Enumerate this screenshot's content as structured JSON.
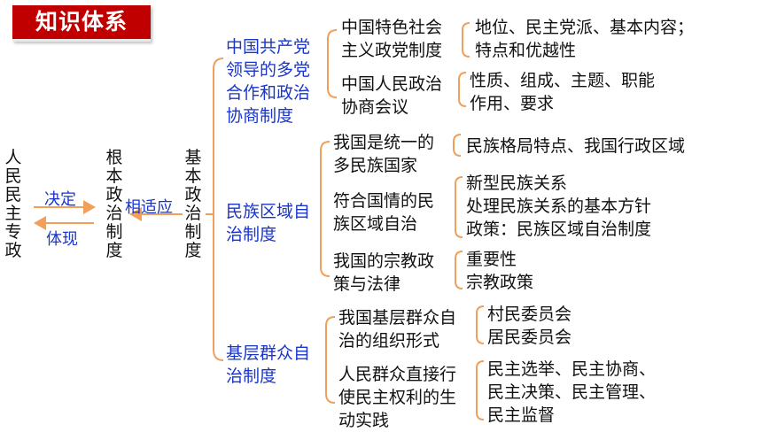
{
  "header": {
    "title": "知识体系"
  },
  "colors": {
    "accent_red": "#c00000",
    "blue": "#1a35c9",
    "orange": "#f0a05a"
  },
  "left": {
    "renmin": "人民民主专政",
    "genben": "根本政治制度",
    "jiben": "基本政治制度",
    "arrow_decide": "决定",
    "arrow_reflect": "体现",
    "arrow_adapt": "相适应"
  },
  "systems": [
    {
      "label": "中国共产党领导的多党合作和政治协商制度",
      "topics": [
        {
          "label": "中国特色社会主义政党制度",
          "details": [
            "地位、民主党派、基本内容；",
            "特点和优越性"
          ]
        },
        {
          "label": "中国人民政治协商会议",
          "details": [
            "性质、组成、主题、职能",
            "作用、要求"
          ]
        }
      ]
    },
    {
      "label": "民族区域自治制度",
      "topics": [
        {
          "label": "我国是统一的多民族国家",
          "details": [
            "民族格局特点、我国行政区域"
          ]
        },
        {
          "label": "符合国情的民族区域自治",
          "details": [
            "新型民族关系",
            "处理民族关系的基本方针",
            "政策：民族区域自治制度"
          ]
        },
        {
          "label": "我国的宗教政策与法律",
          "details": [
            "重要性",
            "宗教政策"
          ]
        }
      ]
    },
    {
      "label": "基层群众自治制度",
      "topics": [
        {
          "label": "我国基层群众自治的组织形式",
          "details": [
            "村民委员会",
            "居民委员会"
          ]
        },
        {
          "label": "人民群众直接行使民主权利的生动实践",
          "details": [
            "民主选举、民主协商、",
            "民主决策、民主管理、",
            "民主监督"
          ]
        }
      ]
    }
  ]
}
